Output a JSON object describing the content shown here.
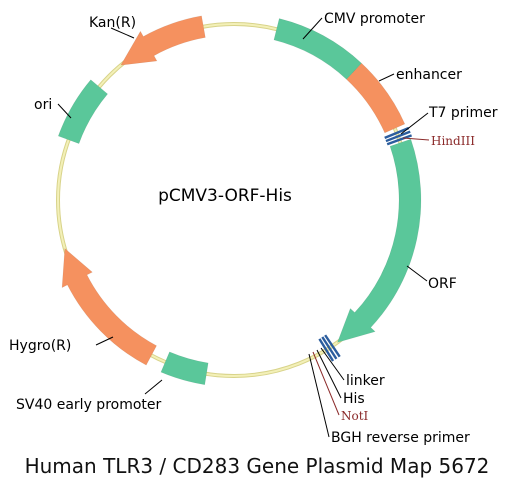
{
  "plasmid": {
    "name": "pCMV3-ORF-His"
  },
  "features": [
    {
      "id": "cmv",
      "label": "CMV promoter",
      "type": "promoter",
      "color": "#5ac79a"
    },
    {
      "id": "enhancer",
      "label": "enhancer",
      "type": "enhancer",
      "color": "#f5915f"
    },
    {
      "id": "t7",
      "label": "T7 primer",
      "type": "primer",
      "color": "#2b5d9e"
    },
    {
      "id": "hind3",
      "label": "HindIII",
      "type": "restriction_site",
      "color": "#8b2a2a"
    },
    {
      "id": "orf",
      "label": "ORF",
      "type": "orf",
      "color": "#5ac79a"
    },
    {
      "id": "linker",
      "label": "linker",
      "type": "marker",
      "color": "#2b5d9e"
    },
    {
      "id": "his",
      "label": "His",
      "type": "tag",
      "color": "#2b5d9e"
    },
    {
      "id": "not1",
      "label": "NotI",
      "type": "restriction_site",
      "color": "#8b2a2a"
    },
    {
      "id": "bgh",
      "label": "BGH reverse primer",
      "type": "primer",
      "color": "#2b5d9e"
    },
    {
      "id": "sv40",
      "label": "SV40 early promoter",
      "type": "promoter",
      "color": "#5ac79a"
    },
    {
      "id": "hygro",
      "label": "Hygro(R)",
      "type": "resistance",
      "color": "#f5915f"
    },
    {
      "id": "ori",
      "label": "ori",
      "type": "origin",
      "color": "#5ac79a"
    },
    {
      "id": "kan",
      "label": "Kan(R)",
      "type": "resistance",
      "color": "#f5915f"
    }
  ],
  "colors": {
    "backbone": "#f3f0b8",
    "backbone_edge": "#d8d38a",
    "green": "#5ac79a",
    "orange": "#f5915f",
    "site_tick": "#2b5d9e",
    "site_text": "#8b2a2a"
  },
  "caption": "Human TLR3 / CD283 Gene Plasmid Map 5672"
}
